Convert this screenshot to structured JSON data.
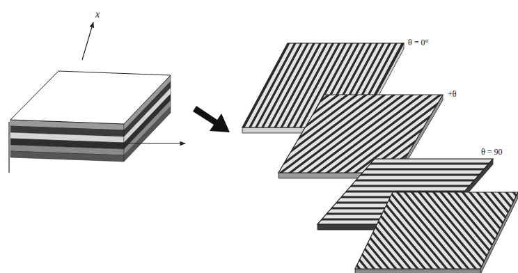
{
  "diagram": {
    "labels": [
      "x",
      "θ = 0°",
      "+θ",
      "θ = 90"
    ]
  }
}
